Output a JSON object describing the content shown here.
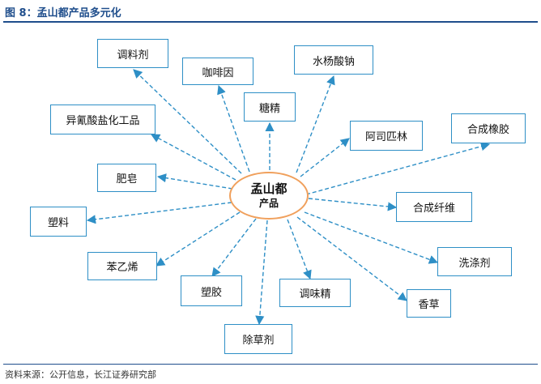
{
  "header": {
    "title": "图 8：孟山都产品多元化"
  },
  "center": {
    "line1": "孟山都",
    "line2": "产品"
  },
  "products": [
    "调料剂",
    "咖啡因",
    "水杨酸钠",
    "糖精",
    "异氰酸盐化工品",
    "阿司匹林",
    "合成橡胶",
    "肥皂",
    "合成纤维",
    "塑料",
    "苯乙烯",
    "洗涤剂",
    "塑胶",
    "调味精",
    "香草",
    "除草剂"
  ],
  "footer": {
    "source": "资料来源：公开信息，长江证券研究部"
  },
  "colors": {
    "box_border": "#2e8fc6",
    "arrow": "#2e8fc6",
    "center_border": "#f0a05c",
    "title": "#1f4e8c"
  }
}
